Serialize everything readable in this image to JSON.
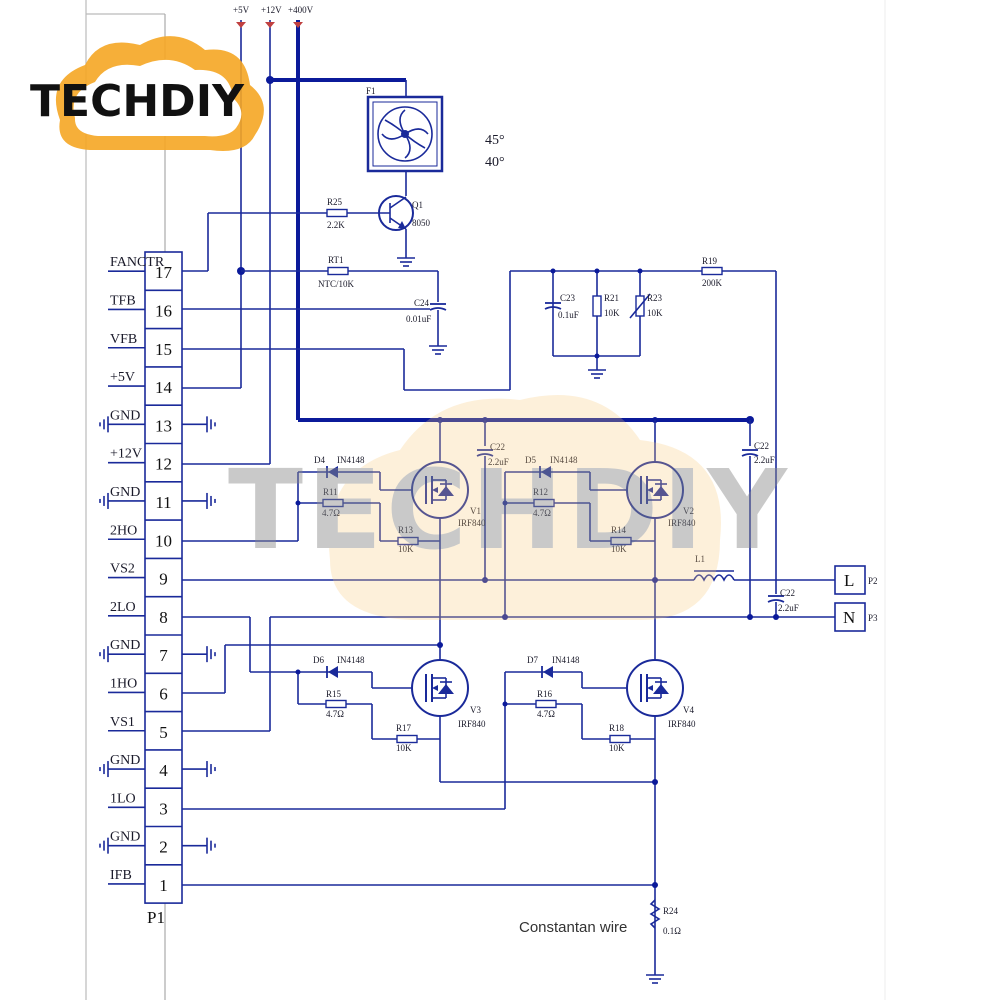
{
  "supply_rails": [
    "+5V",
    "+12V",
    "+400V"
  ],
  "connector": {
    "ref": "P1",
    "pins": [
      {
        "num": "17",
        "signal": "FANCTR"
      },
      {
        "num": "16",
        "signal": "TFB"
      },
      {
        "num": "15",
        "signal": "VFB"
      },
      {
        "num": "14",
        "signal": "+5V"
      },
      {
        "num": "13",
        "signal": "GND"
      },
      {
        "num": "12",
        "signal": "+12V"
      },
      {
        "num": "11",
        "signal": "GND"
      },
      {
        "num": "10",
        "signal": "2HO"
      },
      {
        "num": "9",
        "signal": "VS2"
      },
      {
        "num": "8",
        "signal": "2LO"
      },
      {
        "num": "7",
        "signal": "GND"
      },
      {
        "num": "6",
        "signal": "1HO"
      },
      {
        "num": "5",
        "signal": "VS1"
      },
      {
        "num": "4",
        "signal": "GND"
      },
      {
        "num": "3",
        "signal": "1LO"
      },
      {
        "num": "2",
        "signal": "GND"
      },
      {
        "num": "1",
        "signal": "IFB"
      }
    ]
  },
  "fan": {
    "ref": "F1",
    "note1": "45°",
    "note2": "40°"
  },
  "q1": {
    "ref": "Q1",
    "value": "8050"
  },
  "r25": {
    "ref": "R25",
    "value": "2.2K"
  },
  "rt1": {
    "ref": "RT1",
    "value": "NTC/10K"
  },
  "c24": {
    "ref": "C24",
    "value": "0.01uF"
  },
  "c23": {
    "ref": "C23",
    "value": "0.1uF"
  },
  "r21": {
    "ref": "R21",
    "value": "10K"
  },
  "r23": {
    "ref": "R23",
    "value": "10K"
  },
  "r19": {
    "ref": "R19",
    "value": "200K"
  },
  "c22a": {
    "ref": "C22",
    "value": "2.2uF"
  },
  "c22b": {
    "ref": "C22",
    "value": "2.2uF"
  },
  "c22c": {
    "ref": "C22",
    "value": "2.2uF"
  },
  "d4": {
    "ref": "D4",
    "value": "IN4148"
  },
  "d5": {
    "ref": "D5",
    "value": "IN4148"
  },
  "d6": {
    "ref": "D6",
    "value": "IN4148"
  },
  "d7": {
    "ref": "D7",
    "value": "IN4148"
  },
  "r11": {
    "ref": "R11",
    "value": "4.7Ω"
  },
  "r12": {
    "ref": "R12",
    "value": "4.7Ω"
  },
  "r15": {
    "ref": "R15",
    "value": "4.7Ω"
  },
  "r16": {
    "ref": "R16",
    "value": "4.7Ω"
  },
  "r13": {
    "ref": "R13",
    "value": "10K"
  },
  "r14": {
    "ref": "R14",
    "value": "10K"
  },
  "r17": {
    "ref": "R17",
    "value": "10K"
  },
  "r18": {
    "ref": "R18",
    "value": "10K"
  },
  "v1": {
    "ref": "V1",
    "value": "IRF840"
  },
  "v2": {
    "ref": "V2",
    "value": "IRF840"
  },
  "v3": {
    "ref": "V3",
    "value": "IRF840"
  },
  "v4": {
    "ref": "V4",
    "value": "IRF840"
  },
  "l1": {
    "ref": "L1"
  },
  "p2": {
    "ref": "P2",
    "label": "L"
  },
  "p3": {
    "ref": "P3",
    "label": "N"
  },
  "r24": {
    "ref": "R24",
    "value": "0.1Ω"
  },
  "annotation": "Constantan wire",
  "logo": {
    "text": "TECHDIY",
    "watermark": "TECHDIY"
  },
  "colors": {
    "wire": "#1a2a9a",
    "logo_orange": "#f5a623",
    "watermark_gray": "#9a9a9a"
  }
}
